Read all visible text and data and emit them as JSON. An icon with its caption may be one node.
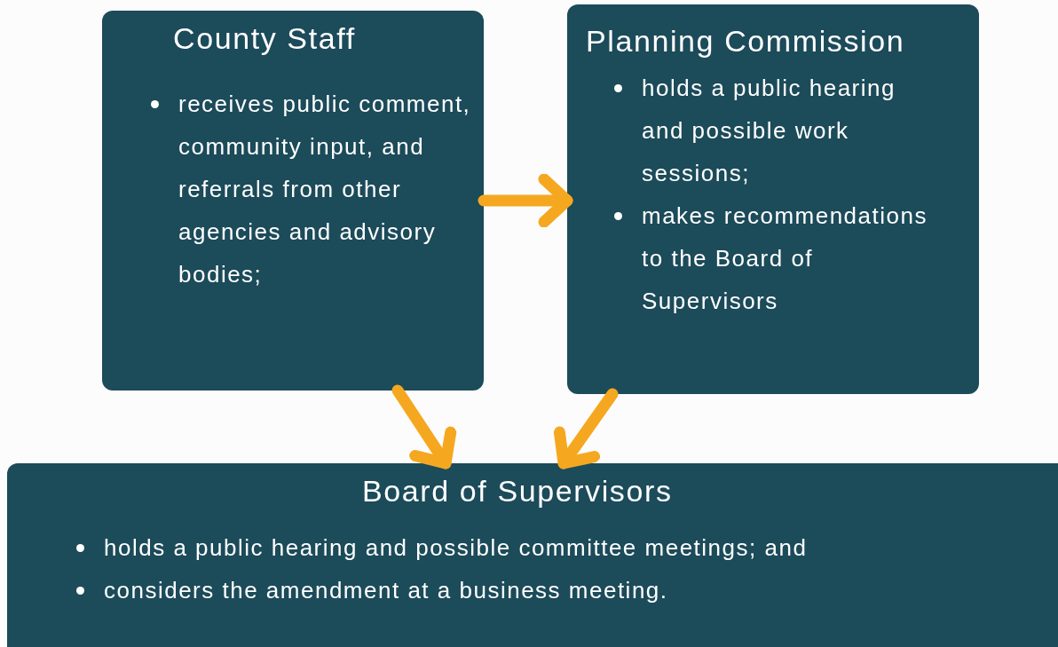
{
  "diagram": {
    "nodes": [
      {
        "text": [
          "County Staff",
          "receives public comment, community input, and referrals from other agencies and advisory bodies;"
        ]
      },
      {
        "text": [
          "Planning Commission",
          "holds a public hearing and possible work sessions;",
          "makes recommendations to the Board of Supervisors"
        ]
      },
      {
        "text": [
          "Board of Supervisors",
          "holds a public hearing and possible committee meetings; and",
          "considers the amendment at a business meeting."
        ]
      }
    ],
    "edges": [
      {
        "from": 0,
        "to": 1,
        "arrow": "to"
      },
      {
        "from": 0,
        "to": 2,
        "arrow": "to"
      },
      {
        "from": 1,
        "to": 2,
        "arrow": "to"
      }
    ]
  }
}
